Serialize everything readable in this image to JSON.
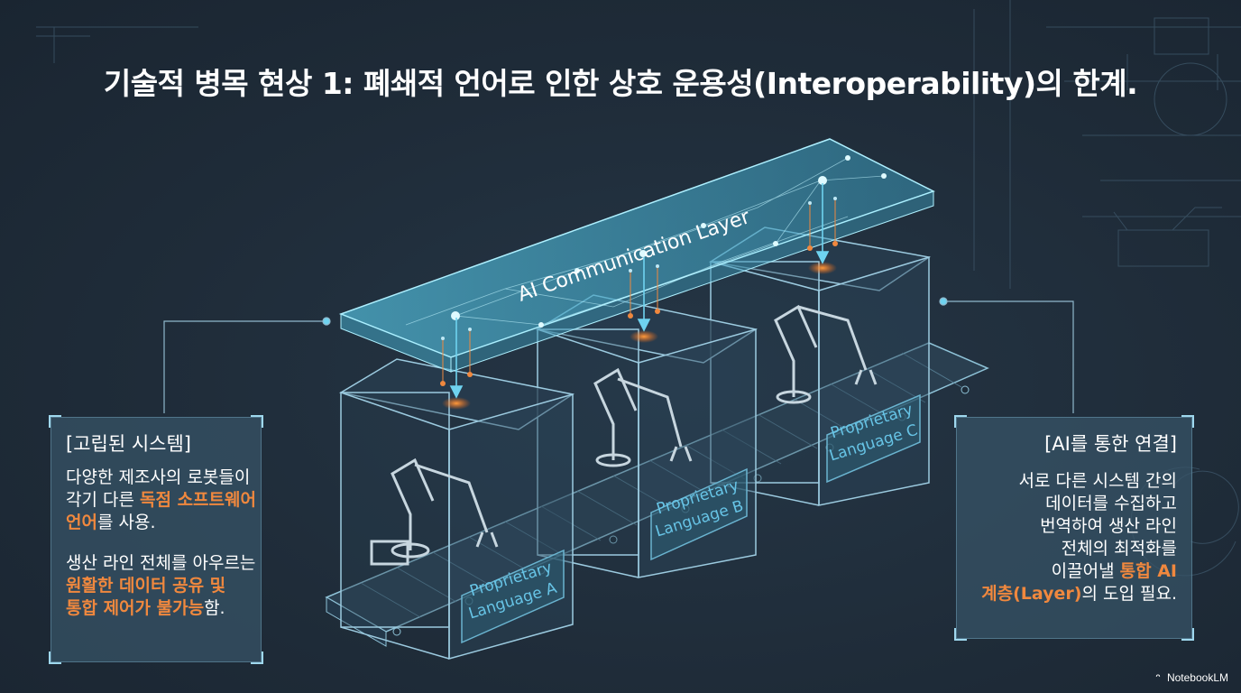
{
  "title": "기술적 병목 현상 1: 폐쇄적 언어로 인한 상호 운용성(Interoperability)의 한계.",
  "layer_label": "AI Communication Layer",
  "units": [
    {
      "line1": "Proprietary",
      "line2": "Language A"
    },
    {
      "line1": "Proprietary",
      "line2": "Language B"
    },
    {
      "line1": "Proprietary",
      "line2": "Language C"
    }
  ],
  "left_panel": {
    "title": "[고립된 시스템]",
    "p1": {
      "a": "다양한 제조사의 로봇들이",
      "b": "각기 다른 ",
      "hl1": "독점 소프트웨어",
      "hl2": "언어",
      "c": "를 사용."
    },
    "p2": {
      "a": "생산 라인 전체를 아우르는",
      "hl1": "원활한 데이터 공유 및",
      "hl2": "통합 제어가 불가능",
      "c": "함."
    }
  },
  "right_panel": {
    "title": "[AI를 통한 연결]",
    "lines": [
      "서로 다른 시스템 간의",
      "데이터를 수집하고",
      "번역하여 생산 라인",
      "전체의 최적화를"
    ],
    "line5_a": "이끌어낼 ",
    "hl1": "통합 AI",
    "hl2": "계층(Layer)",
    "line6_b": "의 도입 필요."
  },
  "brand": "NotebookLM",
  "colors": {
    "accent_orange": "#f0883e",
    "cyan": "#6fd3f0",
    "background": "#1f2c39"
  }
}
